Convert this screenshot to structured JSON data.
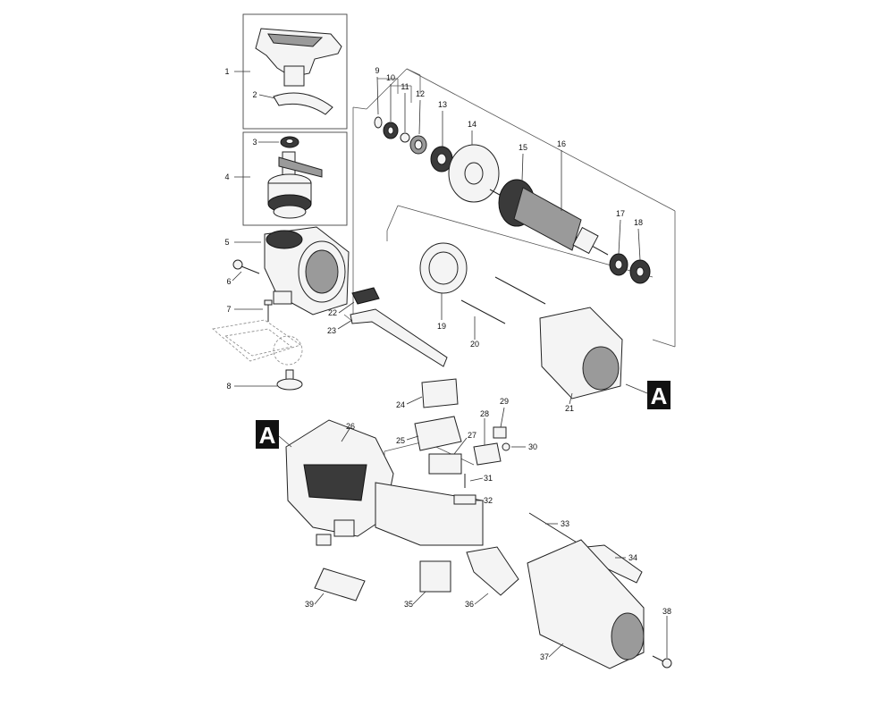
{
  "parts": [
    {
      "id": "p1",
      "label": "1",
      "icon": "gear-housing-cover-icon"
    },
    {
      "id": "p2",
      "label": "2",
      "icon": "spring-clip-icon"
    },
    {
      "id": "p3",
      "label": "3",
      "icon": "bearing-ring-icon"
    },
    {
      "id": "p4",
      "label": "4",
      "icon": "spindle-assembly-icon"
    },
    {
      "id": "p5",
      "label": "5",
      "icon": "gear-housing-icon"
    },
    {
      "id": "p6",
      "label": "6",
      "icon": "screw-icon"
    },
    {
      "id": "p7",
      "label": "7",
      "icon": "screw-icon"
    },
    {
      "id": "p8",
      "label": "8",
      "icon": "flange-bolt-icon"
    },
    {
      "id": "p9",
      "label": "9",
      "icon": "retaining-ring-icon"
    },
    {
      "id": "p10",
      "label": "10",
      "icon": "ball-bearing-icon"
    },
    {
      "id": "p11",
      "label": "11",
      "icon": "washer-icon"
    },
    {
      "id": "p12",
      "label": "12",
      "icon": "sleeve-icon"
    },
    {
      "id": "p13",
      "label": "13",
      "icon": "ball-bearing-icon"
    },
    {
      "id": "p14",
      "label": "14",
      "icon": "bearing-retainer-icon"
    },
    {
      "id": "p15",
      "label": "15",
      "icon": "fan-icon"
    },
    {
      "id": "p16",
      "label": "16",
      "icon": "armature-icon"
    },
    {
      "id": "p17",
      "label": "17",
      "icon": "ball-bearing-icon"
    },
    {
      "id": "p18",
      "label": "18",
      "icon": "ball-bearing-icon"
    },
    {
      "id": "p19",
      "label": "19",
      "icon": "baffle-plate-icon"
    },
    {
      "id": "p20",
      "label": "20",
      "icon": "long-screw-icon"
    },
    {
      "id": "p21",
      "label": "21",
      "icon": "field-stator-icon"
    },
    {
      "id": "p22",
      "label": "22",
      "icon": "slide-button-icon"
    },
    {
      "id": "p23",
      "label": "23",
      "icon": "switch-lever-icon"
    },
    {
      "id": "p24",
      "label": "24",
      "icon": "switch-icon"
    },
    {
      "id": "p25",
      "label": "25",
      "icon": "switch-case-icon"
    },
    {
      "id": "p26",
      "label": "26",
      "icon": "motor-housing-icon"
    },
    {
      "id": "p27",
      "label": "27",
      "icon": "terminal-block-icon"
    },
    {
      "id": "p28",
      "label": "28",
      "icon": "brush-holder-icon"
    },
    {
      "id": "p29",
      "label": "29",
      "icon": "carbon-brush-icon"
    },
    {
      "id": "p30",
      "label": "30",
      "icon": "screw-icon"
    },
    {
      "id": "p31",
      "label": "31",
      "icon": "screw-icon"
    },
    {
      "id": "p32",
      "label": "32",
      "icon": "cord-clamp-icon"
    },
    {
      "id": "p33",
      "label": "33",
      "icon": "power-cord-icon"
    },
    {
      "id": "p34",
      "label": "34",
      "icon": "cord-guard-icon"
    },
    {
      "id": "p35",
      "label": "35",
      "icon": "noise-suppressor-icon"
    },
    {
      "id": "p36",
      "label": "36",
      "icon": "controller-icon"
    },
    {
      "id": "p37",
      "label": "37",
      "icon": "rear-cover-icon"
    },
    {
      "id": "p38",
      "label": "38",
      "icon": "screw-icon"
    },
    {
      "id": "p39",
      "label": "39",
      "icon": "insulation-sheet-icon"
    }
  ],
  "markers": [
    {
      "id": "m1",
      "label": "A"
    },
    {
      "id": "m2",
      "label": "A"
    }
  ],
  "colors": {
    "line": "#222222",
    "label": "#111111",
    "marker": "#111111"
  }
}
